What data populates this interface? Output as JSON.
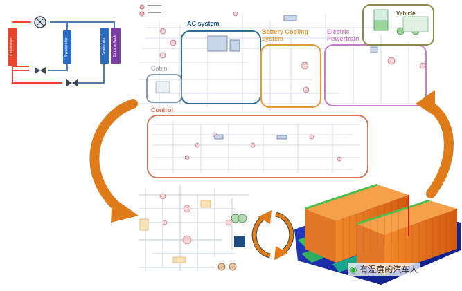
{
  "refrigerant_loop": {
    "condenser_label": "Condenser",
    "evaporator_label": "Evaporator",
    "evaporator2_label": "Evaporator",
    "battery_pack_label": "Battery Pack"
  },
  "schematic": {
    "ac_system": "AC system",
    "battery_cooling": "Battery Cooling system",
    "electric_powertrain": "Electric Powertrain",
    "vehicle": "Vehicle",
    "cabin": "Cabin",
    "control": "Control"
  },
  "watermark": {
    "text": "有温度的汽车人"
  },
  "colors": {
    "ac_border": "#2f6f8f",
    "battery_border": "#e39a3b",
    "powertrain_border": "#c77dc7",
    "vehicle_border": "#8a8a4a",
    "cabin_border": "#7a8fa8",
    "control_border": "#d9735a",
    "arrow_orange": "#e07b1a",
    "hot_line": "#e8452a",
    "cold_line": "#4a7fc0"
  }
}
